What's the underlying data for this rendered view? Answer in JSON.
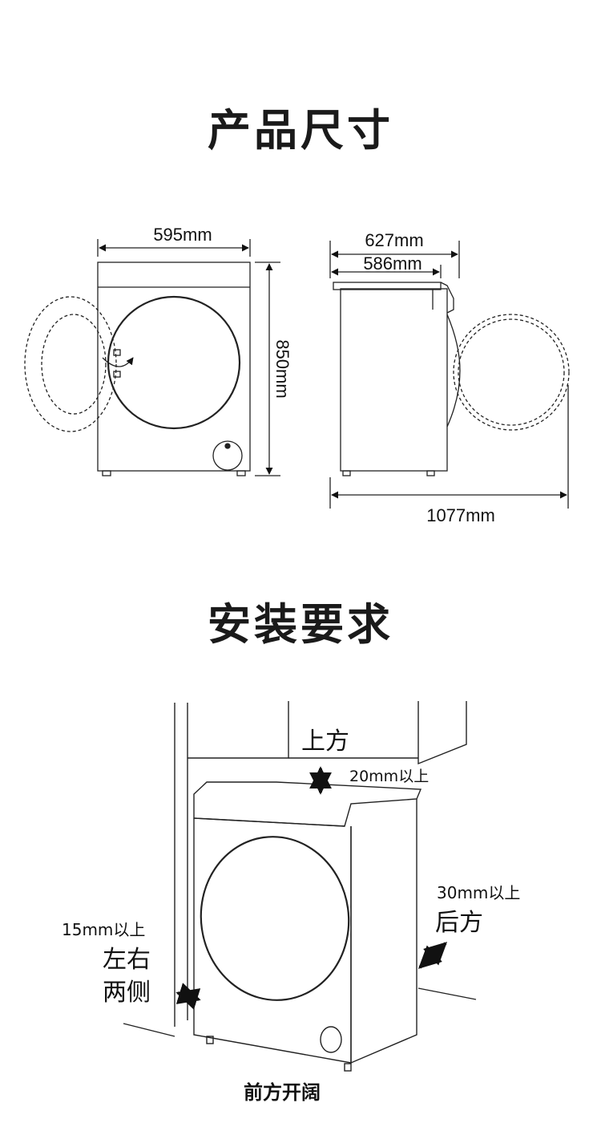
{
  "section_dimensions": {
    "title": "产品尺寸",
    "front_width": "595mm",
    "front_height": "850mm",
    "side_depth_total": "627mm",
    "side_depth_body": "586mm",
    "door_open_depth": "1077mm"
  },
  "section_install": {
    "title": "安装要求",
    "top_label": "上方",
    "top_gap": "20mm以上",
    "back_gap": "30mm以上",
    "back_label": "后方",
    "side_gap": "15mm以上",
    "side_label_1": "左右",
    "side_label_2": "两侧",
    "front_label": "前方开阔"
  },
  "colors": {
    "line": "#222222",
    "fill": "#ffffff",
    "arrow": "#111111"
  }
}
